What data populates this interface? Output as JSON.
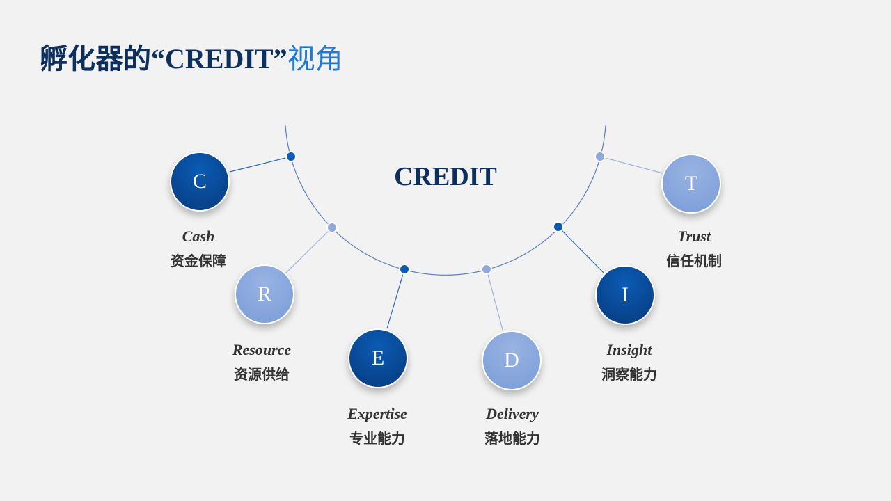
{
  "title": {
    "main": "孵化器的“CREDIT”",
    "accent": "视角"
  },
  "center_label": "CREDIT",
  "items": [
    {
      "letter": "C",
      "en": "Cash",
      "cn": "资金保障",
      "tone": "dark"
    },
    {
      "letter": "R",
      "en": "Resource",
      "cn": "资源供给",
      "tone": "light"
    },
    {
      "letter": "E",
      "en": "Expertise",
      "cn": "专业能力",
      "tone": "dark"
    },
    {
      "letter": "D",
      "en": "Delivery",
      "cn": "落地能力",
      "tone": "light"
    },
    {
      "letter": "I",
      "en": "Insight",
      "cn": "洞察能力",
      "tone": "dark"
    },
    {
      "letter": "T",
      "en": "Trust",
      "cn": "信任机制",
      "tone": "light"
    }
  ],
  "colors": {
    "dark": "#0b4e9e",
    "light": "#8aa8de",
    "title": "#0d2f5e",
    "accent": "#1f7ad6"
  }
}
